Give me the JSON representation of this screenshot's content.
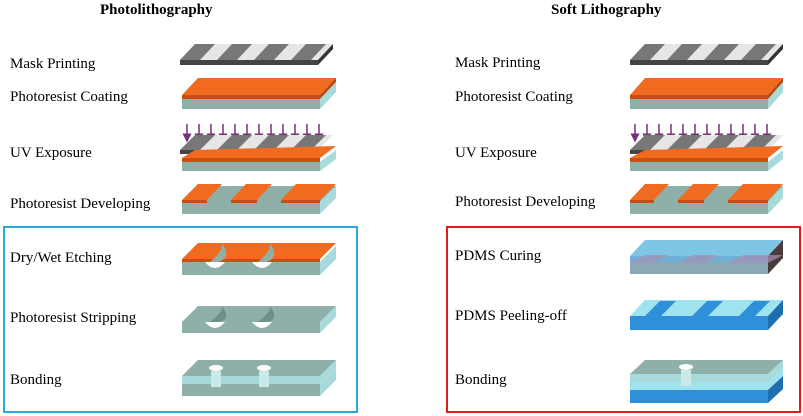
{
  "left": {
    "title": "Photolithography",
    "steps": [
      "Mask Printing",
      "Photoresist Coating",
      "UV Exposure",
      "Photoresist Developing",
      "Dry/Wet Etching",
      "Photoresist Stripping",
      "Bonding"
    ],
    "highlight_color": "#29a9e0"
  },
  "right": {
    "title": "Soft Lithography",
    "steps": [
      "Mask Printing",
      "Photoresist Coating",
      "UV Exposure",
      "Photoresist Developing",
      "PDMS Curing",
      "PDMS Peeling-off",
      "Bonding"
    ],
    "highlight_color": "#e01e1e"
  },
  "colors": {
    "substrate_top": "#8fb0a8",
    "substrate_front": "#a9dadb",
    "substrate_side": "#6f9089",
    "photoresist": "#f06a20",
    "mask_light": "#e6e6e6",
    "mask_dark": "#7a7a7a",
    "uv_arrow": "#7a2d7c",
    "pdms_blue": "#2f8fd8",
    "pdms_light": "#9fe3ee"
  }
}
